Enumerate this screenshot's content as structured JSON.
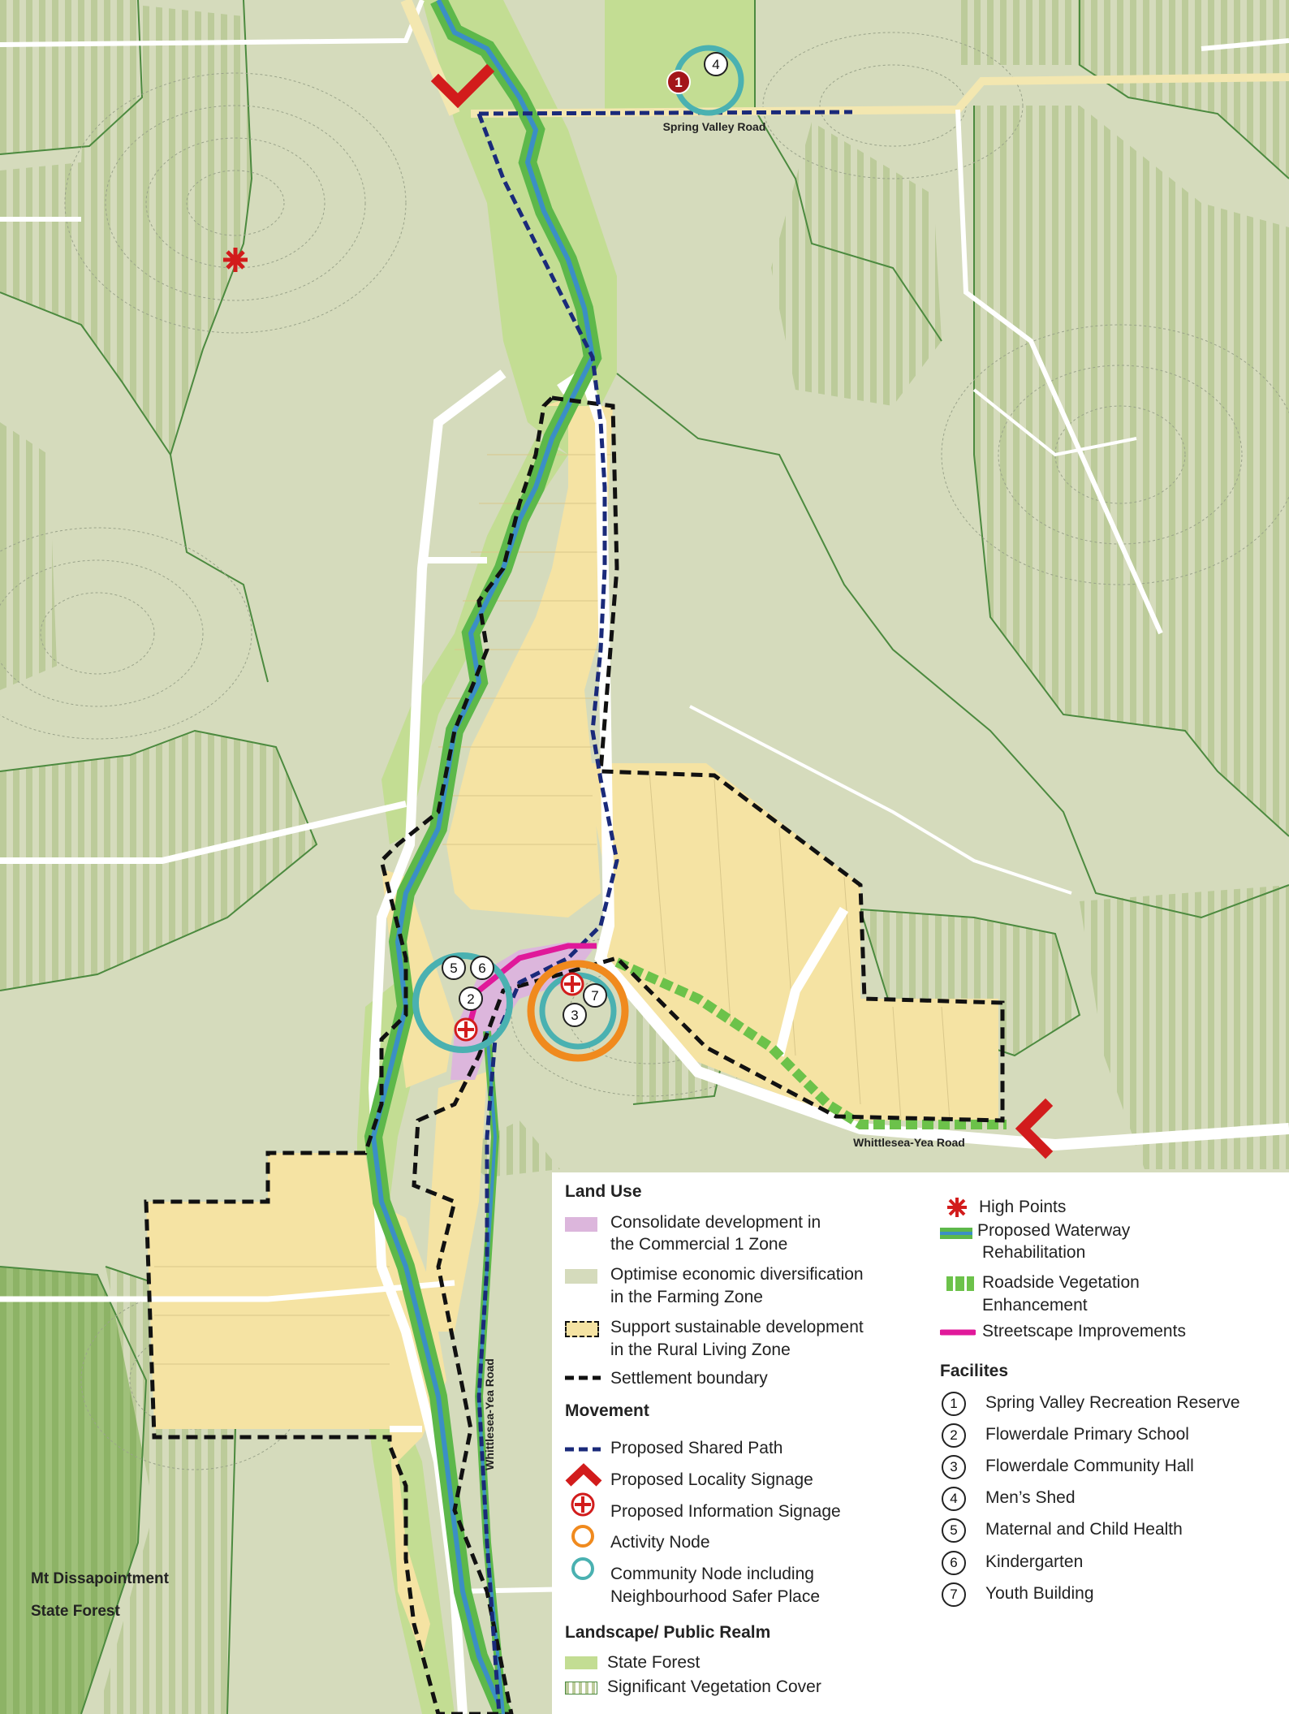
{
  "map": {
    "road_labels": {
      "spring_valley_road": "Spring Valley Road",
      "whittlesea_yea_road_east": "Whittlesea-Yea Road",
      "whittlesea_yea_road_vertical": "Whittlesea-Yea Road"
    },
    "area_labels": {
      "mt_dissapointment": "Mt Dissapointment",
      "state_forest": "State Forest"
    },
    "node_numbers": {
      "n1": "1",
      "n2": "2",
      "n3": "3",
      "n4": "4",
      "n5": "5",
      "n6": "6",
      "n7": "7"
    }
  },
  "legend": {
    "land_use": {
      "heading": "Land Use",
      "items": [
        {
          "line1": "Consolidate development in",
          "line2": "the Commercial 1 Zone"
        },
        {
          "line1": "Optimise economic diversification",
          "line2": "in the Farming Zone"
        },
        {
          "line1": "Support sustainable development",
          "line2": "in the Rural Living Zone"
        },
        {
          "line1": "Settlement boundary",
          "line2": ""
        }
      ]
    },
    "movement": {
      "heading": "Movement",
      "items": [
        {
          "line1": "Proposed Shared Path",
          "line2": ""
        },
        {
          "line1": "Proposed Locality Signage",
          "line2": ""
        },
        {
          "line1": "Proposed Information Signage",
          "line2": ""
        },
        {
          "line1": "Activity Node",
          "line2": ""
        },
        {
          "line1": "Community Node including",
          "line2": "Neighbourhood Safer Place"
        }
      ]
    },
    "landscape": {
      "heading": "Landscape/ Public Realm",
      "items": [
        {
          "line1": "State Forest"
        },
        {
          "line1": "Significant Vegetation Cover"
        }
      ]
    },
    "features": {
      "items": [
        {
          "line1": "High Points",
          "line2": ""
        },
        {
          "line1": "Proposed Waterway",
          "line2": "Rehabilitation"
        },
        {
          "line1": "Roadside Vegetation",
          "line2": "Enhancement"
        },
        {
          "line1": "Streetscape Improvements",
          "line2": ""
        }
      ]
    },
    "facilities": {
      "heading": "Facilites",
      "items": [
        {
          "num": "1",
          "label": "Spring Valley Recreation Reserve"
        },
        {
          "num": "2",
          "label": "Flowerdale Primary School"
        },
        {
          "num": "3",
          "label": "Flowerdale Community Hall"
        },
        {
          "num": "4",
          "label": "Men’s Shed"
        },
        {
          "num": "5",
          "label": "Maternal and Child Health"
        },
        {
          "num": "6",
          "label": "Kindergarten"
        },
        {
          "num": "7",
          "label": "Youth Building"
        }
      ]
    }
  },
  "colors": {
    "farming": "#d5dbbc",
    "rural_living": "#f5e3a3",
    "state_forest": "#c3dd93",
    "commercial": "#dcb6dc",
    "boundary": "#111111",
    "shared_path": "#1a2a7a",
    "waterway_blue": "#3b8fc5",
    "waterway_green": "#5db84a",
    "roadside_veg": "#6cc24a",
    "streetscape": "#e0199a",
    "signage_red": "#d21c1c",
    "activity_node": "#f08a1e",
    "community_node": "#4ab1b1",
    "road": "#ffffff"
  }
}
